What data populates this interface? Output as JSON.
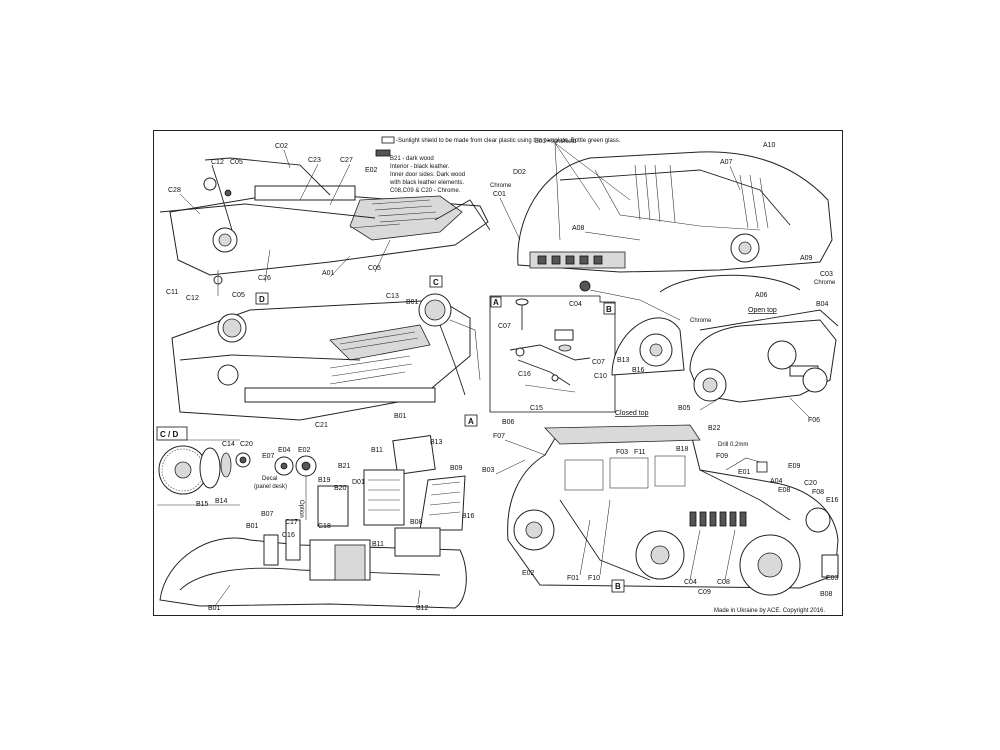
{
  "notes": {
    "sunshield": "-Sunlight shield to be made from clear plastic using this template. Bottle green glass.",
    "sunshield_line2": "using this template. Bottle green glass.",
    "wood": "B21 - dark wood",
    "interior": "Interior - black leather.",
    "door": "Inner door sides: Dark wood",
    "door2": "with black leather elements.",
    "chrome": "C08,C09 & C20 - Chrome.",
    "decal": "Decal",
    "decal2": "(panel desk)",
    "option": "Option",
    "drill": "Drill 0.2mm",
    "e01": "E01 +sunshield",
    "chrome_word": "Chrome",
    "copyright": "Made in Ukraine by ACE. Copyright 2016."
  },
  "titles": {
    "open_top": "Open top",
    "closed_top": "Closed top"
  },
  "callouts": {
    "A": "A",
    "B": "B",
    "C": "C",
    "D": "D",
    "CD": "C / D"
  },
  "labels": {
    "chassis": [
      "C02",
      "C12",
      "C05",
      "C23",
      "C27",
      "C28",
      "E02",
      "C11",
      "C12",
      "C05",
      "C26",
      "A01",
      "C05"
    ],
    "chassis_under": [
      "C13",
      "B01",
      "C21",
      "B01"
    ],
    "sub_a": [
      "C07",
      "C07",
      "C16",
      "C15",
      "C10"
    ],
    "sub_b": [
      "B13",
      "B16"
    ],
    "wheels": [
      "C14",
      "C20",
      "B15",
      "B14"
    ],
    "interior": [
      "E04",
      "E02",
      "E07",
      "B11",
      "B13",
      "B21",
      "D01",
      "B19",
      "B20",
      "B09",
      "B07",
      "B01",
      "C17",
      "C18",
      "C16",
      "B08",
      "B11",
      "B16",
      "B01",
      "B12"
    ],
    "open_car": [
      "A10",
      "A07",
      "D02",
      "C01",
      "A08",
      "A09",
      "C03",
      "A06",
      "C04",
      "B04",
      "B05",
      "F06"
    ],
    "closed_car": [
      "B06",
      "F07",
      "F03",
      "F11",
      "B18",
      "B22",
      "B03",
      "F09",
      "E01",
      "E09",
      "A04",
      "E08",
      "C20",
      "F08",
      "E16",
      "E02",
      "F01",
      "F10",
      "C04",
      "C09",
      "C08",
      "E03",
      "B08"
    ]
  },
  "ghost_text": "ACE"
}
